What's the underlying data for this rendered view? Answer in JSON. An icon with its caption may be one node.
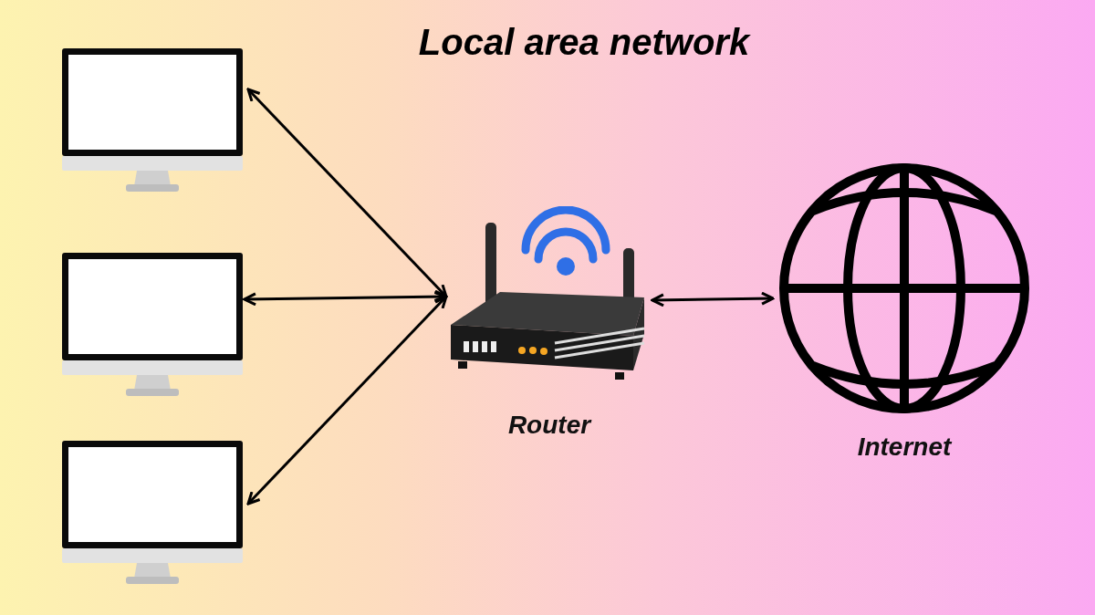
{
  "diagram": {
    "title": "Local area network",
    "nodes": [
      {
        "text": [],
        "shape": "picture"
      },
      {
        "text": [],
        "shape": "picture"
      },
      {
        "text": [],
        "shape": "picture"
      },
      {
        "text": [
          "Router"
        ]
      },
      {
        "text": [
          "Internet"
        ]
      }
    ],
    "edges": [
      {
        "from": 3,
        "to": 0,
        "arrow": "both"
      },
      {
        "from": 3,
        "to": 1,
        "arrow": "both"
      },
      {
        "from": 3,
        "to": 2,
        "arrow": "both"
      },
      {
        "from": 3,
        "to": 4,
        "arrow": "both"
      }
    ]
  }
}
